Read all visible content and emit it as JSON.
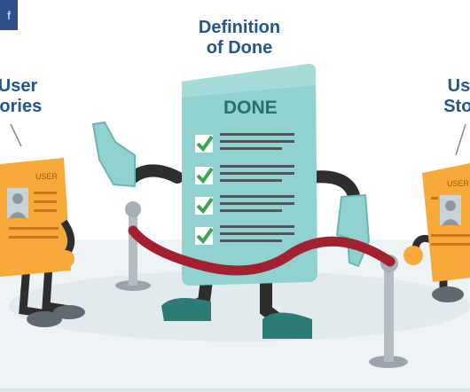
{
  "social": {
    "badge_label": "f"
  },
  "captions": {
    "center": [
      "Definition",
      "of Done"
    ],
    "left": [
      "User",
      "tories"
    ],
    "right": [
      "Use",
      "Stori"
    ]
  },
  "checklist": {
    "heading": "DONE",
    "checked_items": 4
  },
  "cards": {
    "left_label": "USER",
    "right_label": "USER"
  },
  "colors": {
    "done_card": "#8fd2cf",
    "story_card": "#f7a93a",
    "ribbon": "#a3202f",
    "title": "#23568f",
    "check": "#3aa64a"
  }
}
